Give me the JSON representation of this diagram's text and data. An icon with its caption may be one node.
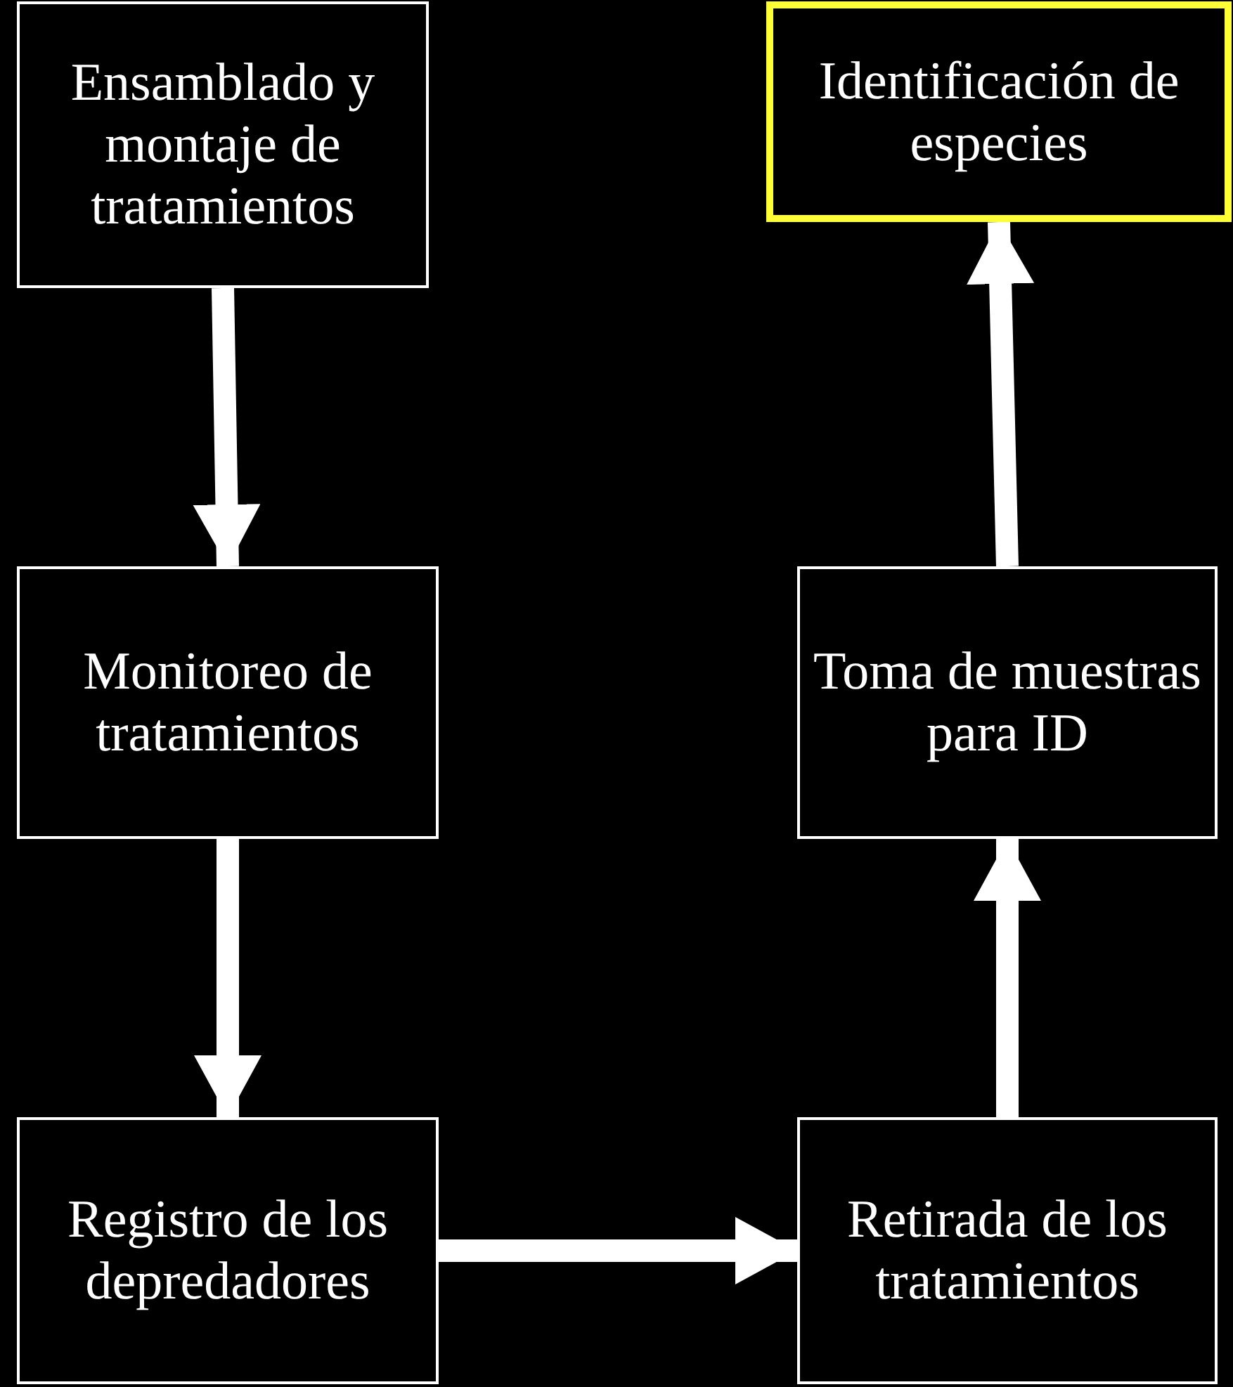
{
  "diagram": {
    "nodes": [
      {
        "text": [
          "Ensamblado y montaje de tratamientos"
        ]
      },
      {
        "text": [
          "Identificación de especies"
        ]
      },
      {
        "text": [
          "Monitoreo de tratamientos"
        ]
      },
      {
        "text": [
          "Toma de muestras para ID"
        ]
      },
      {
        "text": [
          "Registro de los depredadores"
        ]
      },
      {
        "text": [
          "Retirada de los tratamientos"
        ]
      }
    ],
    "edges": [
      {
        "from": 0,
        "to": 2,
        "arrow": "to"
      },
      {
        "from": 2,
        "to": 4,
        "arrow": "to"
      },
      {
        "from": 4,
        "to": 5,
        "arrow": "to"
      },
      {
        "from": 5,
        "to": 3,
        "arrow": "to"
      },
      {
        "from": 3,
        "to": 1,
        "arrow": "to"
      }
    ]
  }
}
